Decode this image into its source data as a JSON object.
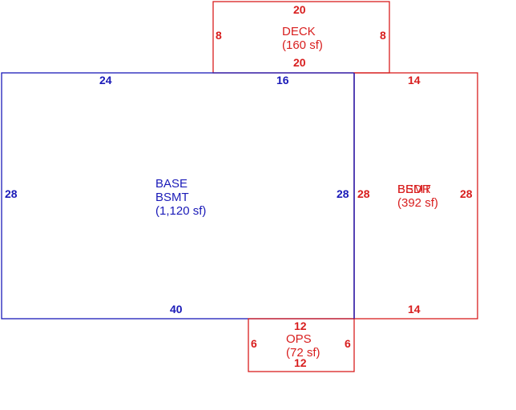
{
  "colors": {
    "base": "#1a1ab8",
    "addition": "#d81e1e"
  },
  "deck": {
    "name": "DECK",
    "area": "(160 sf)",
    "dims": {
      "top": "20",
      "bottom": "20",
      "left": "8",
      "right": "8"
    }
  },
  "base": {
    "name_line1": "BASE",
    "name_line2": "BSMT",
    "area": "(1,120 sf)",
    "dims": {
      "top_left": "24",
      "top_right": "16",
      "bottom": "40",
      "left": "28",
      "right": "28"
    }
  },
  "bsmt": {
    "name_a": "BSMT",
    "name_b": "BEDR",
    "area": "(392 sf)",
    "dims": {
      "top": "14",
      "bottom": "14",
      "left": "28",
      "right": "28"
    }
  },
  "ops": {
    "name": "OPS",
    "area": "(72 sf)",
    "dims": {
      "top": "12",
      "bottom": "12",
      "left": "6",
      "right": "6"
    }
  }
}
